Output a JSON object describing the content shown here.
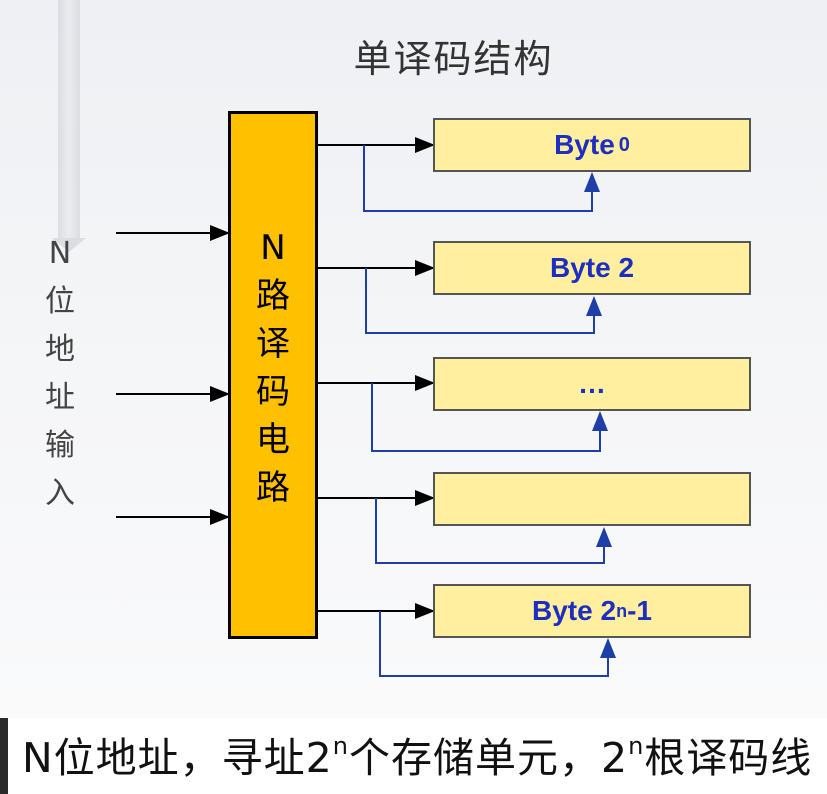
{
  "title": "单译码结构",
  "side_label": "N\n位\n地\n址\n输\n入",
  "decoder_label": "N\n路\n译\n码\n电\n路",
  "bytes": [
    {
      "main": "Byte",
      "sub": "0"
    },
    {
      "main": "Byte 2"
    },
    {
      "main": "…"
    },
    {
      "main": ""
    },
    {
      "main": "Byte 2",
      "sup": "n",
      "tail": "-1"
    }
  ],
  "caption": {
    "part1": "N位地址，寻址2",
    "sup1": "n",
    "part2": "个存储单元，2",
    "sup2": "n",
    "part3": "根译码线"
  },
  "colors": {
    "decoder_fill": "#ffc000",
    "byte_fill": "#ffef9f",
    "byte_text": "#1e2ec2",
    "feedback_line": "#1f3fa8"
  }
}
